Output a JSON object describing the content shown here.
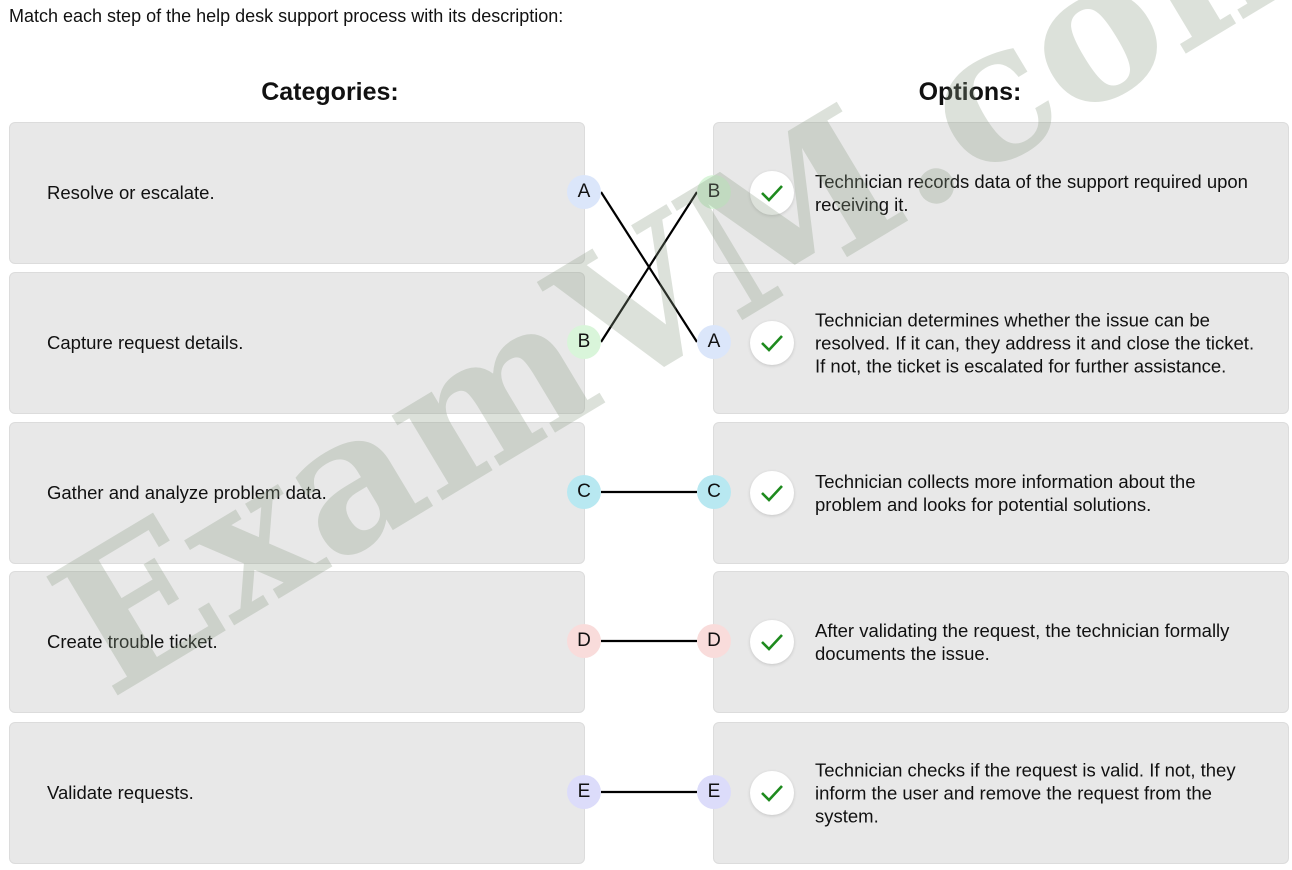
{
  "prompt": "Match each step of the help desk support process with its description:",
  "categories_heading": "Categories:",
  "options_heading": "Options:",
  "watermark": "ExamVM.com",
  "categories": [
    {
      "letter": "A",
      "text": "Resolve or escalate.",
      "color": "#dbe6fa"
    },
    {
      "letter": "B",
      "text": "Capture request details.",
      "color": "#d9f5da"
    },
    {
      "letter": "C",
      "text": "Gather and analyze problem data.",
      "color": "#b8e8f1"
    },
    {
      "letter": "D",
      "text": "Create trouble ticket.",
      "color": "#f9dcdb"
    },
    {
      "letter": "E",
      "text": "Validate requests.",
      "color": "#dcdcfa"
    }
  ],
  "options": [
    {
      "letter": "B",
      "text": "Technician records data of the support required upon receiving it.",
      "correct": true
    },
    {
      "letter": "A",
      "text": "Technician determines whether the issue can be resolved. If it can, they address it and close the ticket. If not, the ticket is escalated for further assistance.",
      "correct": true
    },
    {
      "letter": "C",
      "text": "Technician collects more information about the problem and looks for potential solutions.",
      "correct": true
    },
    {
      "letter": "D",
      "text": "After validating the request, the technician formally documents the issue.",
      "correct": true
    },
    {
      "letter": "E",
      "text": "Technician checks if the request is valid. If not, they inform the user and remove the request from the system.",
      "correct": true
    }
  ],
  "check_color": "#1e8a1e"
}
